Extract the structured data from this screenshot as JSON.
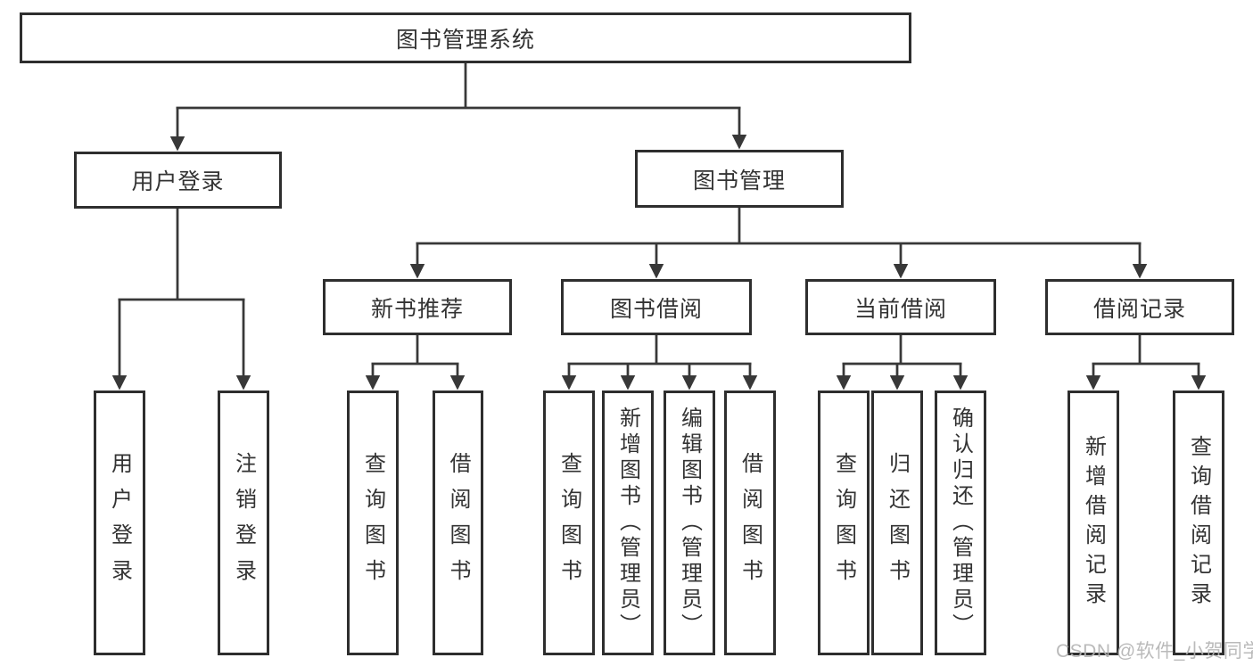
{
  "diagram": {
    "root": {
      "label": "图书管理系统"
    },
    "level2": {
      "user_login": {
        "label": "用户登录"
      },
      "book_mgmt": {
        "label": "图书管理"
      }
    },
    "level3": {
      "new_books": {
        "label": "新书推荐"
      },
      "borrowing": {
        "label": "图书借阅"
      },
      "current": {
        "label": "当前借阅"
      },
      "records": {
        "label": "借阅记录"
      }
    },
    "leaves": {
      "login": {
        "label": "用户登录"
      },
      "logout": {
        "label": "注销登录"
      },
      "nb_query": {
        "label": "查询图书"
      },
      "nb_borrow": {
        "label": "借阅图书"
      },
      "bw_query": {
        "label": "查询图书"
      },
      "bw_add": {
        "label": "新增图书（管理员）"
      },
      "bw_edit": {
        "label": "编辑图书（管理员）"
      },
      "bw_borrow": {
        "label": "借阅图书"
      },
      "cur_query": {
        "label": "查询图书"
      },
      "cur_return": {
        "label": "归还图书"
      },
      "cur_confirm": {
        "label": "确认归还（管理员）"
      },
      "rec_add": {
        "label": "新增借阅记录"
      },
      "rec_query": {
        "label": "查询借阅记录"
      }
    }
  },
  "watermark": {
    "text": "CSDN @软件_小贺同学"
  },
  "colors": {
    "ink": "#333333",
    "line": "#383838",
    "watermark": "#b3b3b3"
  }
}
